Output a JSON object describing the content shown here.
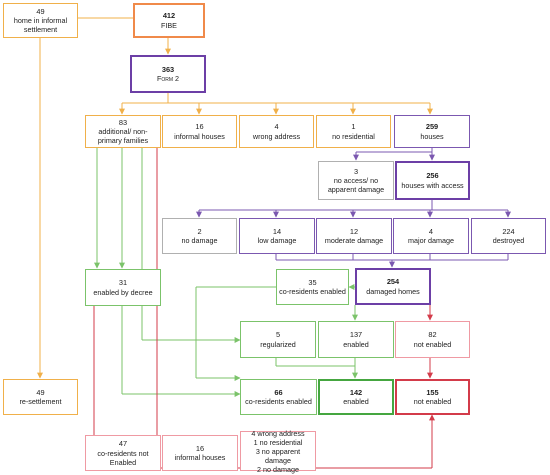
{
  "nodes": {
    "informal_settlement": {
      "count": "49",
      "label": "home in informal settlement"
    },
    "fibe": {
      "count": "412",
      "label": "FIBE"
    },
    "form2": {
      "count": "363",
      "label": "Form 2"
    },
    "additional_families": {
      "count": "83",
      "label": "additional/ non-primary families"
    },
    "informal_houses_top": {
      "count": "16",
      "label": "informal houses"
    },
    "wrong_address": {
      "count": "4",
      "label": "wrong address"
    },
    "no_residential": {
      "count": "1",
      "label": "no residential"
    },
    "houses": {
      "count": "259",
      "label": "houses"
    },
    "no_access": {
      "count": "3",
      "label": "no access/ no apparent damage"
    },
    "houses_with_access": {
      "count": "256",
      "label": "houses with access"
    },
    "no_damage": {
      "count": "2",
      "label": "no damage"
    },
    "low_damage": {
      "count": "14",
      "label": "low damage"
    },
    "moderate_damage": {
      "count": "12",
      "label": "moderate damage"
    },
    "major_damage": {
      "count": "4",
      "label": "major damage"
    },
    "destroyed": {
      "count": "224",
      "label": "destroyed"
    },
    "enabled_by_decree": {
      "count": "31",
      "label": "enabled by decree"
    },
    "co_residents_enabled_mid": {
      "count": "35",
      "label": "co-residents enabled"
    },
    "damaged_homes": {
      "count": "254",
      "label": "damaged homes"
    },
    "regularized": {
      "count": "5",
      "label": "regularized"
    },
    "enabled_137": {
      "count": "137",
      "label": "enabled"
    },
    "not_enabled_82": {
      "count": "82",
      "label": "not enabled"
    },
    "resettlement": {
      "count": "49",
      "label": "re-settlement"
    },
    "co_residents_enabled_total": {
      "count": "66",
      "label": "co-residents enabled"
    },
    "enabled_total": {
      "count": "142",
      "label": "enabled"
    },
    "not_enabled_total": {
      "count": "155",
      "label": "not enabled"
    },
    "co_residents_not_enabled": {
      "count": "47",
      "label": "co-residents not Enabled"
    },
    "informal_houses_bottom": {
      "count": "16",
      "label": "informal houses"
    },
    "summary_bottom": {
      "lines": [
        "4 wrong address",
        "1 no residential",
        "3 no apparent damage",
        "2 no damage"
      ]
    }
  },
  "colors": {
    "orange": "#f0b04a",
    "orange_dark": "#f08a4a",
    "purple": "#6c3fa6",
    "green": "#7bc36a",
    "green_dark": "#45a640",
    "red": "#d33b4a",
    "pink": "#ef9aa3",
    "grey": "#b0b0b0"
  }
}
